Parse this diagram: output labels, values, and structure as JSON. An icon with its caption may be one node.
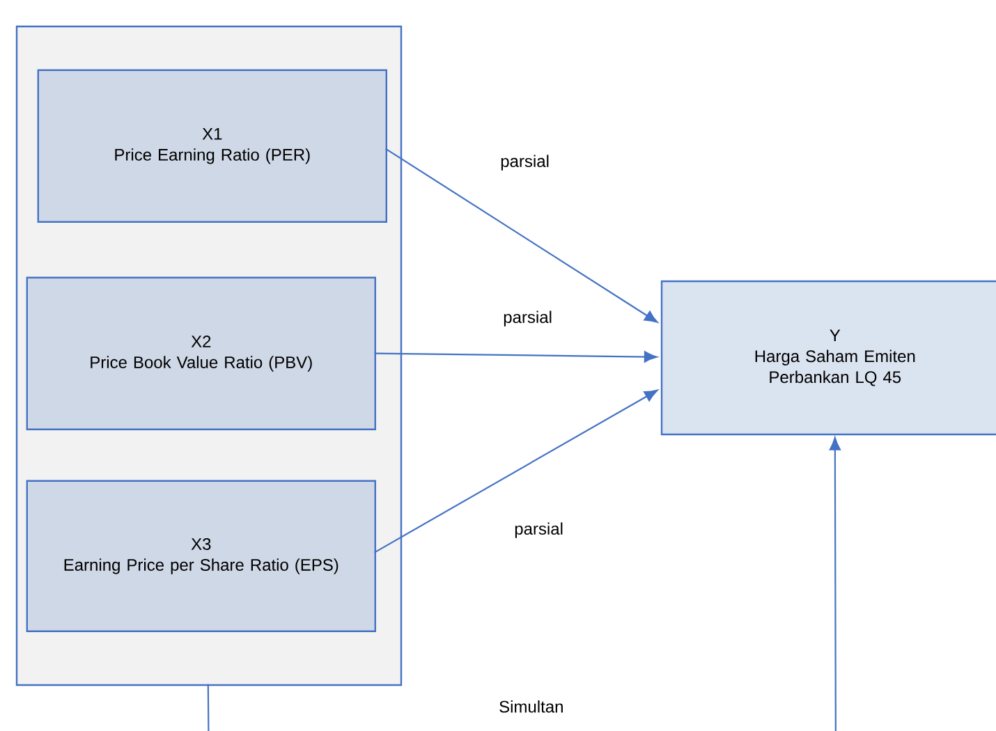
{
  "diagram": {
    "nodes": [
      {
        "text": [],
        "shape": "box"
      },
      {
        "text": [
          "X1",
          "Price Earning Ratio (PER)"
        ],
        "in": 0
      },
      {
        "text": [
          "X2",
          "Price Book Value Ratio (PBV)"
        ],
        "in": 0
      },
      {
        "text": [
          "X3",
          "Earning Price per Share Ratio (EPS)"
        ],
        "in": 0
      },
      {
        "text": [
          "Y",
          "Harga Saham Emiten Perbankan LQ 45"
        ]
      }
    ],
    "edges": [
      {
        "from": 1,
        "to": 4,
        "arrow": "to",
        "label": "parsial"
      },
      {
        "from": 2,
        "to": 4,
        "arrow": "to",
        "label": "parsial"
      },
      {
        "from": 3,
        "to": 4,
        "arrow": "to",
        "label": "parsial"
      },
      {
        "from": 0,
        "to": 4,
        "arrow": "to",
        "label": "Simultan"
      }
    ]
  }
}
